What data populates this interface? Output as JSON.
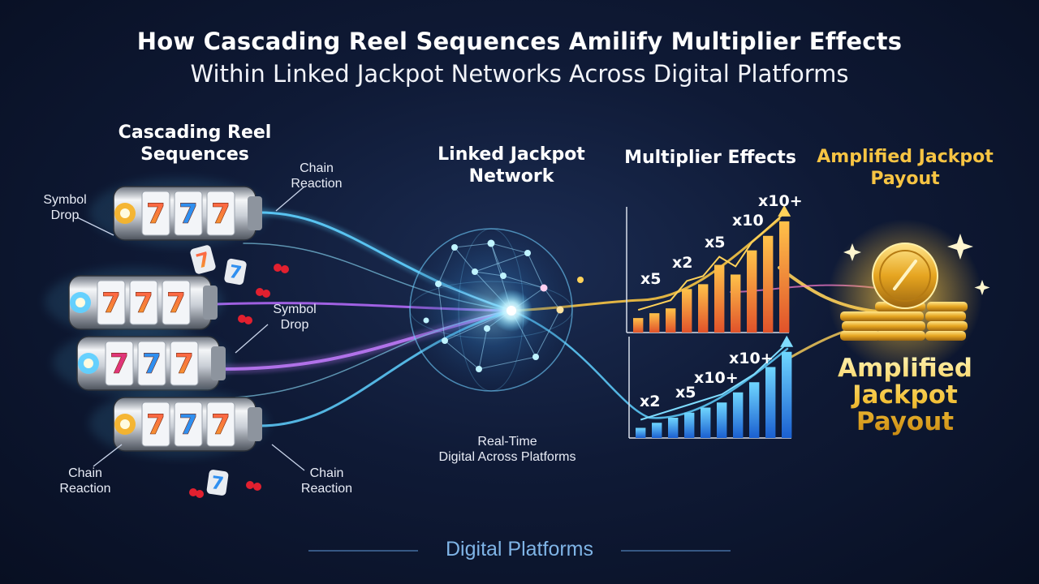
{
  "title": {
    "line1": "How Cascading Reel Sequences Amilify Multiplier Effects",
    "line2": "Within Linked Jackpot Networks Across Digital Platforms"
  },
  "sections": {
    "reels": "Cascading Reel\nSequences",
    "network": "Linked Jackpot\nNetwork",
    "multiplier": "Multiplier Effects",
    "payout_header": "Amplified Jackpot\nPayout",
    "payout_big": "Amplified\nJackpot\nPayout"
  },
  "labels": {
    "symbol_drop_1": "Symbol\nDrop",
    "chain_reaction_1": "Chain\nReaction",
    "symbol_drop_2": "Symbol\nDrop",
    "chain_reaction_2": "Chain\nReaction",
    "chain_reaction_3": "Chain\nReaction",
    "network_caption": "Real-Time\nDigital Across Platforms"
  },
  "reel_symbol": "7",
  "footer": "Digital Platforms",
  "colors": {
    "gold": "#f7c443",
    "orange_bars": "#f08a2a",
    "blue_bars": "#2f8ff0",
    "network_glow": "#5fd0ff",
    "purple_stream": "#b86cff"
  },
  "chart_data": [
    {
      "type": "bar",
      "name": "upper-multiplier-chart",
      "values": [
        1.5,
        2,
        2.5,
        4.5,
        5,
        7,
        6,
        8.5,
        10,
        11.5
      ],
      "annotations": [
        "x5",
        "x2",
        "x5",
        "x10",
        "x10+"
      ],
      "ylim": [
        0,
        13
      ]
    },
    {
      "type": "bar",
      "name": "lower-multiplier-chart",
      "values": [
        1,
        1.5,
        2,
        2.5,
        3,
        3.5,
        4.5,
        5.5,
        7,
        8.5
      ],
      "annotations": [
        "x2",
        "x5",
        "x10+",
        "x10+"
      ],
      "ylim": [
        0,
        10
      ]
    }
  ]
}
